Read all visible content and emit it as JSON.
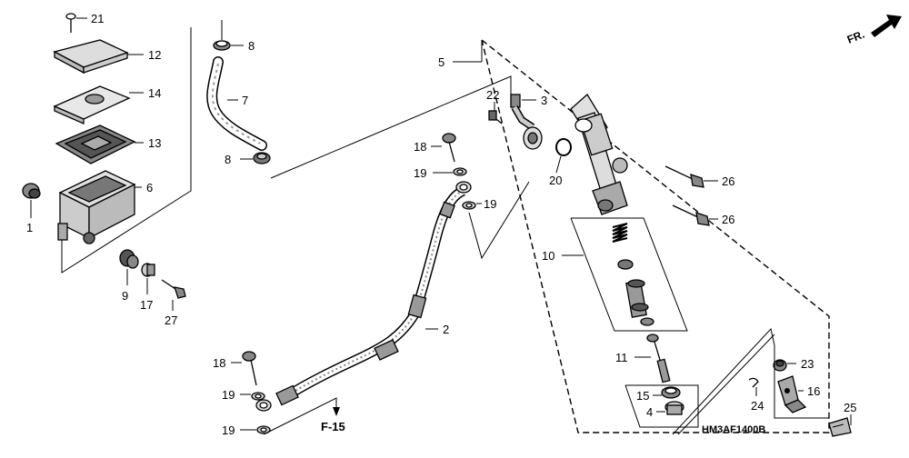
{
  "diagram": {
    "code": "HM3AF1400B",
    "ref": "F-15",
    "direction": "FR.",
    "labels": {
      "p1": "1",
      "p2": "2",
      "p3": "3",
      "p4": "4",
      "p5": "5",
      "p6": "6",
      "p7": "7",
      "p8a": "8",
      "p8b": "8",
      "p9": "9",
      "p10": "10",
      "p11": "11",
      "p12": "12",
      "p13": "13",
      "p14": "14",
      "p15": "15",
      "p16": "16",
      "p17": "17",
      "p18a": "18",
      "p18b": "18",
      "p19a": "19",
      "p19b": "19",
      "p19c": "19",
      "p19d": "19",
      "p20": "20",
      "p21": "21",
      "p22": "22",
      "p23": "23",
      "p24": "24",
      "p25": "25",
      "p26a": "26",
      "p26b": "26",
      "p27": "27"
    }
  }
}
